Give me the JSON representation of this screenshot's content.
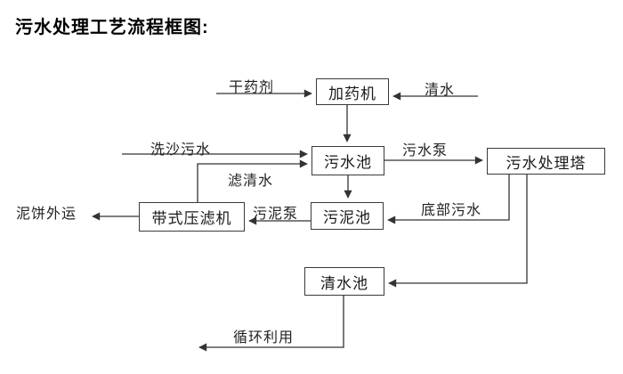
{
  "title": "污水处理工艺流程框图:",
  "colors": {
    "line": "#333333",
    "text": "#1a1a1a",
    "background": "#ffffff"
  },
  "diagram": {
    "nodes": [
      {
        "id": "dosing-machine",
        "label": "加药机"
      },
      {
        "id": "sewage-pool",
        "label": "污水池"
      },
      {
        "id": "sewage-treatment-tower",
        "label": "污水处理塔"
      },
      {
        "id": "sludge-pool",
        "label": "污泥池"
      },
      {
        "id": "belt-filter-press",
        "label": "带式压滤机"
      },
      {
        "id": "clean-water-pool",
        "label": "清水池"
      }
    ],
    "edge_labels": [
      {
        "id": "dry-chemical",
        "text": "干药剂"
      },
      {
        "id": "clean-water",
        "text": "清水"
      },
      {
        "id": "sand-washing-sewage",
        "text": "洗沙污水"
      },
      {
        "id": "sewage-pump",
        "text": "污水泵"
      },
      {
        "id": "filtered-water",
        "text": "滤清水"
      },
      {
        "id": "sludge-pump",
        "text": "污泥泵"
      },
      {
        "id": "bottom-sewage",
        "text": "底部污水"
      },
      {
        "id": "mud-cake-outbound",
        "text": "泥饼外运"
      },
      {
        "id": "recycling",
        "text": "循环利用"
      }
    ]
  }
}
